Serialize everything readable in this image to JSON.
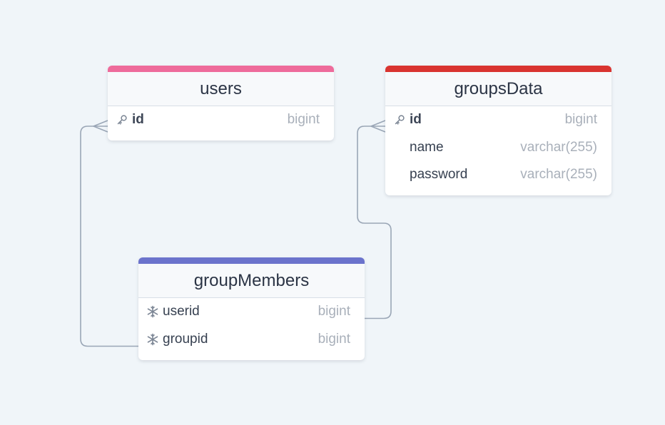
{
  "colors": {
    "users": "#ee6b9b",
    "groupsData": "#d93430",
    "groupMembers": "#6b73cc",
    "edge": "#9aa6b6"
  },
  "tables": {
    "users": {
      "name": "users",
      "columns": [
        {
          "name": "id",
          "type": "bigint",
          "icon": "key-icon",
          "primary": true
        }
      ]
    },
    "groupsData": {
      "name": "groupsData",
      "columns": [
        {
          "name": "id",
          "type": "bigint",
          "icon": "key-icon",
          "primary": true
        },
        {
          "name": "name",
          "type": "varchar(255)",
          "icon": "",
          "primary": false
        },
        {
          "name": "password",
          "type": "varchar(255)",
          "icon": "",
          "primary": false
        }
      ]
    },
    "groupMembers": {
      "name": "groupMembers",
      "columns": [
        {
          "name": "userid",
          "type": "bigint",
          "icon": "snowflake-icon",
          "primary": false
        },
        {
          "name": "groupid",
          "type": "bigint",
          "icon": "snowflake-icon",
          "primary": false
        }
      ]
    }
  },
  "relations": [
    {
      "from": "groupMembers.groupid",
      "to": "users.id"
    },
    {
      "from": "groupMembers.userid",
      "to": "groupsData.id"
    }
  ]
}
